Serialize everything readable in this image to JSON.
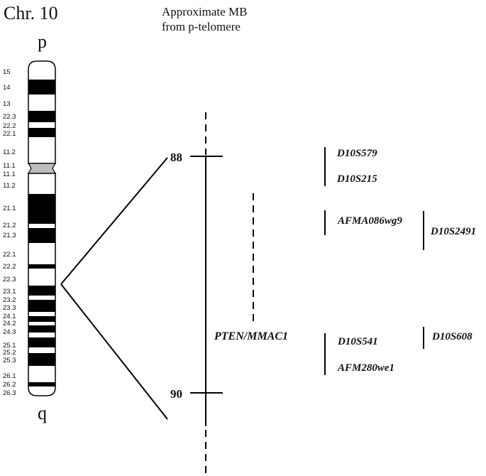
{
  "header": {
    "title": "Chr. 10",
    "subtitle_line1": "Approximate MB",
    "subtitle_line2": "from p-telomere"
  },
  "chromosome": {
    "p_arm_label": "p",
    "q_arm_label": "q",
    "band_labels": [
      "15",
      "14",
      "13",
      "22.3",
      "22.2",
      "22.1",
      "11.2",
      "11.1",
      "11.1",
      "11.2",
      "21.1",
      "21.2",
      "21.3",
      "22.1",
      "22.2",
      "22.3",
      "23.1",
      "23.2",
      "23.3",
      "24.1",
      "24.2",
      "24.3",
      "25.1",
      "25.2",
      "25.3",
      "26.1",
      "26.2",
      "26.3"
    ]
  },
  "scale": {
    "mb_top": "88",
    "mb_bottom": "90"
  },
  "markers": {
    "d10s579": "D10S579",
    "d10s215": "D10S215",
    "afma086wg9": "AFMA086wg9",
    "d10s2491": "D10S2491",
    "d10s541": "D10S541",
    "d10s608": "D10S608",
    "afm280we1": "AFM280we1"
  },
  "gene": {
    "label": "PTEN/MMAC1"
  }
}
